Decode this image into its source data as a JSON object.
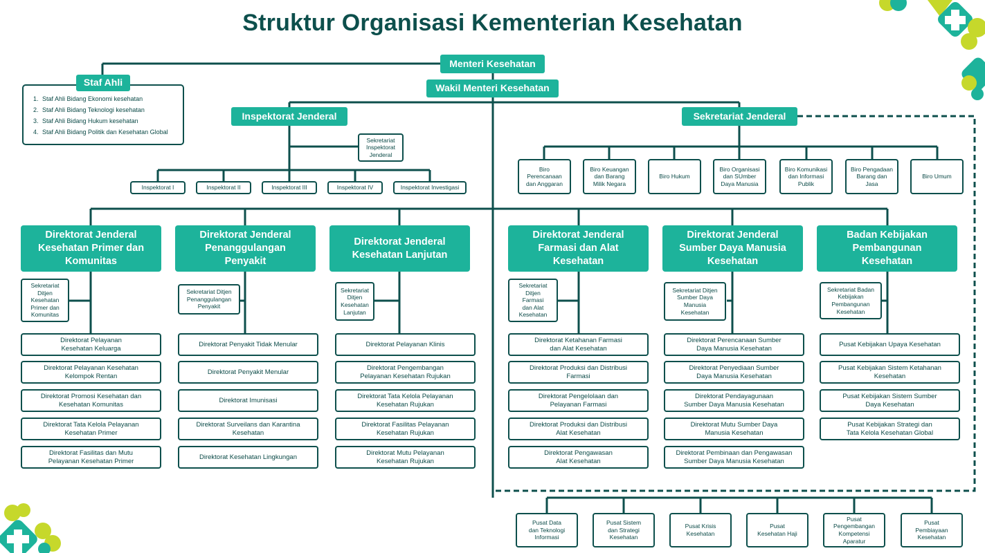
{
  "title": "Struktur Organisasi Kementerian Kesehatan",
  "colors": {
    "teal": "#1db39b",
    "dark": "#0d4f4c",
    "lime": "#c6d82b"
  },
  "menteri": "Menteri Kesehatan",
  "wakil": "Wakil Menteri Kesehatan",
  "staf_ahli": {
    "title": "Staf Ahli",
    "items": [
      "Staf Ahli Bidang Ekonomi kesehatan",
      "Staf Ahli Bidang Teknologi kesehatan",
      "Staf Ahli Bidang Hukum kesehatan",
      "Staf Ahli Bidang Politik dan Kesehatan Global"
    ]
  },
  "inspektorat": {
    "title": "Inspektorat Jenderal",
    "sekretariat": "Sekretariat\nInspektorat\nJenderal",
    "units": [
      "Inspektorat I",
      "Inspektorat II",
      "Inspektorat III",
      "Inspektorat IV",
      "Inspektorat Investigasi"
    ]
  },
  "sekjen": {
    "title": "Sekretariat Jenderal",
    "biro": [
      "Biro\nPerencanaan\ndan Anggaran",
      "Biro Keuangan\ndan Barang\nMilik Negara",
      "Biro Hukum",
      "Biro Organisasi\ndan SUmber\nDaya Manusia",
      "Biro Komunikasi\ndan Informasi\nPublik",
      "Biro Pengadaan\nBarang dan\nJasa",
      "Biro Umum"
    ]
  },
  "ditjen": [
    {
      "title": "Direktorat Jenderal\nKesehatan Primer dan\nKomunitas",
      "sekretariat": "Sekretariat\nDitjen\nKesehatan\nPrimer dan\nKomunitas",
      "units": [
        "Direktorat Pelayanan\nKesehatan Keluarga",
        "Direktorat Pelayanan Kesehatan\nKelompok Rentan",
        "Direktorat Promosi Kesehatan dan\nKesehatan Komunitas",
        "Direktorat Tata Kelola Pelayanan\nKesehatan Primer",
        "Direktorat Fasilitas dan Mutu\nPelayanan Kesehatan Primer"
      ]
    },
    {
      "title": "Direktorat Jenderal\nPenanggulangan\nPenyakit",
      "sekretariat": "Sekretariat Ditjen\nPenanggulangan\nPenyakit",
      "units": [
        "Direktorat Penyakit Tidak Menular",
        "Direktorat Penyakit Menular",
        "Direktorat Imunisasi",
        "Direktorat Surveilans dan Karantina\nKesehatan",
        "Direktorat Kesehatan Lingkungan"
      ]
    },
    {
      "title": "Direktorat Jenderal\nKesehatan Lanjutan",
      "sekretariat": "Sekretariat\nDitjen\nKesehatan\nLanjutan",
      "units": [
        "Direktorat Pelayanan Klinis",
        "Direktorat Pengembangan\nPelayanan Kesehatan Rujukan",
        "Direktorat Tata Kelola Pelayanan\nKesehatan Rujukan",
        "Direktorat Fasilitas Pelayanan\nKesehatan Rujukan",
        "Direktorat Mutu Pelayanan\nKesehatan Rujukan"
      ]
    },
    {
      "title": "Direktorat Jenderal\nFarmasi dan Alat\nKesehatan",
      "sekretariat": "Sekretariat\nDitjen\nFarmasi\ndan Alat\nKesehatan",
      "units": [
        "Direktorat Ketahanan Farmasi\ndan Alat Kesehatan",
        "Direktorat Produksi dan Distribusi\nFarmasi",
        "Direktorat Pengelolaan dan\nPelayanan Farmasi",
        "Direktorat Produksi dan Distribusi\nAlat Kesehatan",
        "Direktorat Pengawasan\nAlat Kesehatan"
      ]
    },
    {
      "title": "Direktorat Jenderal\nSumber Daya Manusia\nKesehatan",
      "sekretariat": "Sekretariat Ditjen\nSumber Daya\nManusia\nKesehatan",
      "units": [
        "Direktorat Perencanaan Sumber\nDaya Manusia Kesehatan",
        "Direktorat Penyediaan Sumber\nDaya Manusia Kesehatan",
        "Direktorat Pendayagunaan\nSumber Daya Manusia Kesehatan",
        "Direktorat Mutu Sumber Daya\nManusia Kesehatan",
        "Direktorat Pembinaan dan Pengawasan\nSumber Daya Manusia Kesehatan"
      ]
    },
    {
      "title": "Badan Kebijakan\nPembangunan\nKesehatan",
      "sekretariat": "Sekretariat Badan\nKebijakan\nPembangunan\nKesehatan",
      "units": [
        "Pusat Kebijakan Upaya Kesehatan",
        "Pusat Kebijakan Sistem Ketahanan\nKesehatan",
        "Pusat Kebijakan Sistem Sumber\nDaya Kesehatan",
        "Pusat Kebijakan Strategi dan\nTata Kelola Kesehatan Global"
      ]
    }
  ],
  "pusat": [
    "Pusat Data\ndan Teknologi\nInformasi",
    "Pusat Sistem\ndan Strategi\nKesehatan",
    "Pusat Krisis\nKesehatan",
    "Pusat\nKesehatan Haji",
    "Pusat\nPengembangan\nKompetensi\nAparatur",
    "Pusat\nPembiayaan\nKesehatan"
  ]
}
